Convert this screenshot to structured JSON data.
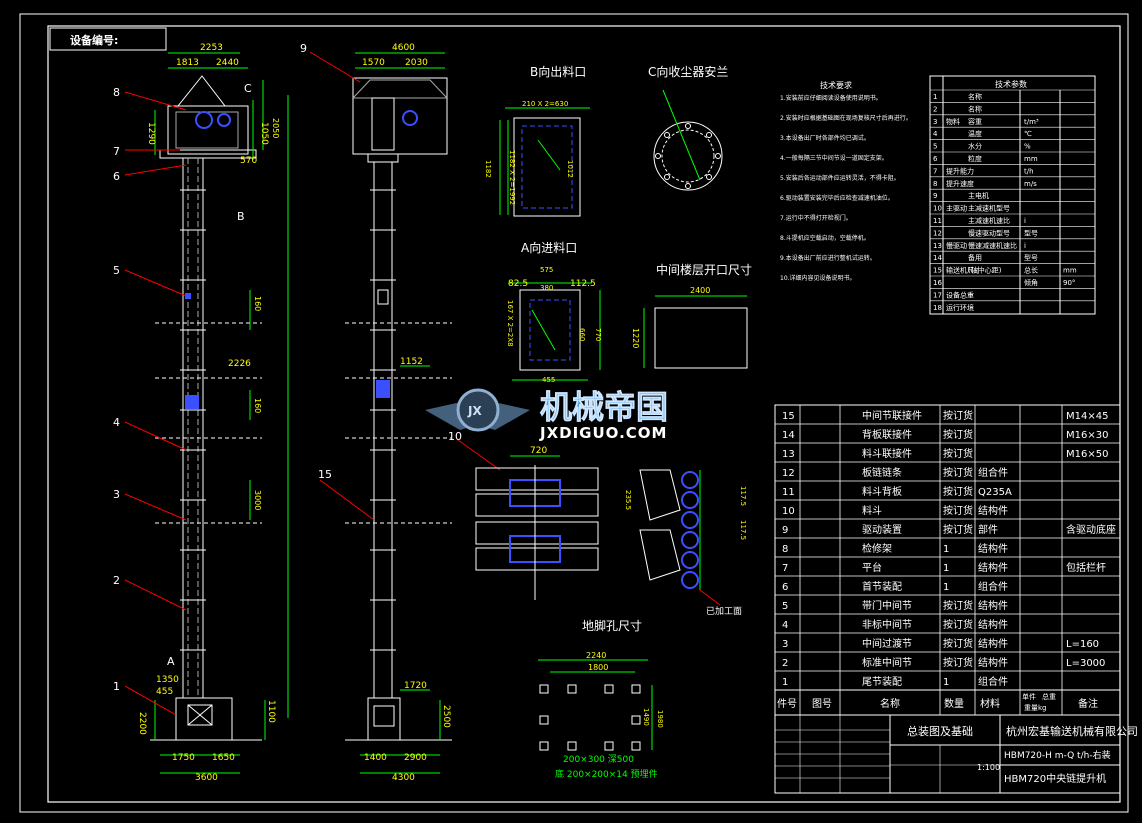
{
  "header_label": "设备编号:",
  "views": {
    "b_outlet": "B向出料口",
    "c_flange": "C向收尘器安兰",
    "a_inlet": "A向进料口",
    "floor_opening": "中间楼层开口尺寸",
    "anchor_holes": "地脚孔尺寸"
  },
  "dimensions": {
    "front_total": "2253",
    "front_left": "1813",
    "front_right": "2440",
    "front_r1": "2050",
    "front_r2": "1050",
    "front_l1": "1290",
    "front_570": "570",
    "front_160a": "160",
    "front_2226": "2226",
    "front_160b": "160",
    "front_3000": "3000",
    "front_1350": "1350",
    "front_455": "455",
    "front_1100": "1100",
    "front_2200": "2200",
    "front_1750": "1750",
    "front_1650": "1650",
    "front_3600": "3600",
    "side_4600": "4600",
    "side_1570": "1570",
    "side_2030": "2030",
    "side_1152": "1152",
    "side_1720": "1720",
    "side_2500": "2500",
    "side_1400": "1400",
    "side_2900": "2900",
    "side_4300": "4300",
    "b_w": "210 X 2=630",
    "b_h": "1182 X 2=1992",
    "b_1182": "1182",
    "b_1012": "1012",
    "a_82": "82.5",
    "a_380": "380",
    "a_112": "112.5",
    "a_575": "575",
    "a_455": "455",
    "a_660": "660",
    "a_770": "770",
    "a_side": "167 X 2=2X8",
    "f_2400": "2400",
    "f_1220": "1220",
    "anc_2240": "2240",
    "anc_1800": "1800",
    "anc_1490": "1490",
    "anc_1980": "1980",
    "anc_note1": "200×300 深500",
    "anc_note2": "底 200×200×14 预埋件",
    "bucket_720": "720",
    "bucket_117a": "117.5",
    "bucket_117b": "117.5",
    "bucket_235": "235.5",
    "bucket_label": "已加工面"
  },
  "callouts": [
    "8",
    "7",
    "6",
    "5",
    "4",
    "3",
    "2",
    "1",
    "9",
    "10",
    "15"
  ],
  "view_letters": {
    "c": "C",
    "b": "B",
    "a": "A"
  },
  "tech_notes": {
    "title": "技术要求",
    "lines": [
      "1.安装前应仔细阅读设备使用说明书。",
      "2.安装时应根据基础图在现场复核尺寸后再进行。",
      "3.本设备出厂时各部件均已调试。",
      "4.一般每隔三节中间节设一道固定支架。",
      "5.安装后各运动部件应运转灵活，不得卡阻。",
      "6.驱动装置安装完毕后应检查减速机油位。",
      "7.运行中不得打开检视门。",
      "8.斗提机应空载启动，空载停机。",
      "9.本设备出厂前应进行整机试运转。",
      "10.详细内容见设备说明书。"
    ]
  },
  "params": {
    "title": "技术参数",
    "rows": [
      [
        "1",
        "",
        "名称",
        "",
        ""
      ],
      [
        "2",
        "",
        "名称",
        "",
        ""
      ],
      [
        "3",
        "物料",
        "容重",
        "t/m³",
        ""
      ],
      [
        "4",
        "",
        "温度",
        "℃",
        ""
      ],
      [
        "5",
        "",
        "水分",
        "%",
        ""
      ],
      [
        "6",
        "",
        "粒度",
        "mm",
        ""
      ],
      [
        "7",
        "提升能力",
        "",
        "t/h",
        ""
      ],
      [
        "8",
        "提升速度",
        "",
        "m/s",
        ""
      ],
      [
        "9",
        "",
        "主电机",
        "",
        ""
      ],
      [
        "10",
        "主驱动",
        "主减速机型号",
        "",
        ""
      ],
      [
        "11",
        "",
        "主减速机速比",
        "i",
        ""
      ],
      [
        "12",
        "",
        "慢速驱动型号",
        "型号",
        ""
      ],
      [
        "13",
        "慢驱动",
        "慢速减速机速比",
        "i",
        ""
      ],
      [
        "14",
        "",
        "备用",
        "型号",
        ""
      ],
      [
        "15",
        "输送机尺寸",
        "(轴中心距)",
        "总长",
        "mm"
      ],
      [
        "16",
        "",
        "",
        "倾角",
        "90°"
      ],
      [
        "17",
        "设备总重",
        "",
        "",
        ""
      ],
      [
        "18",
        "运行环境",
        "",
        "",
        ""
      ]
    ]
  },
  "parts": [
    {
      "no": "15",
      "name": "中间节联接件",
      "qty": "按订货",
      "mat": "",
      "note": "M14×45"
    },
    {
      "no": "14",
      "name": "背板联接件",
      "qty": "按订货",
      "mat": "",
      "note": "M16×30"
    },
    {
      "no": "13",
      "name": "料斗联接件",
      "qty": "按订货",
      "mat": "",
      "note": "M16×50"
    },
    {
      "no": "12",
      "name": "板链链条",
      "qty": "按订货",
      "mat": "组合件",
      "note": ""
    },
    {
      "no": "11",
      "name": "料斗背板",
      "qty": "按订货",
      "mat": "Q235A",
      "note": ""
    },
    {
      "no": "10",
      "name": "料斗",
      "qty": "按订货",
      "mat": "结构件",
      "note": ""
    },
    {
      "no": "9",
      "name": "驱动装置",
      "qty": "按订货",
      "mat": "部件",
      "note": "含驱动底座"
    },
    {
      "no": "8",
      "name": "检修架",
      "qty": "1",
      "mat": "结构件",
      "note": ""
    },
    {
      "no": "7",
      "name": "平台",
      "qty": "1",
      "mat": "结构件",
      "note": "包括栏杆"
    },
    {
      "no": "6",
      "name": "首节装配",
      "qty": "1",
      "mat": "组合件",
      "note": ""
    },
    {
      "no": "5",
      "name": "带门中间节",
      "qty": "按订货",
      "mat": "结构件",
      "note": ""
    },
    {
      "no": "4",
      "name": "非标中间节",
      "qty": "按订货",
      "mat": "结构件",
      "note": ""
    },
    {
      "no": "3",
      "name": "中间过渡节",
      "qty": "按订货",
      "mat": "结构件",
      "note": "L=160"
    },
    {
      "no": "2",
      "name": "标准中间节",
      "qty": "按订货",
      "mat": "结构件",
      "note": "L=3000"
    },
    {
      "no": "1",
      "name": "尾节装配",
      "qty": "1",
      "mat": "组合件",
      "note": ""
    }
  ],
  "parts_header": {
    "no": "件号",
    "code": "图号",
    "name": "名称",
    "qty": "数量",
    "mat": "材料",
    "weight1": "单件",
    "weight2": "总重",
    "weight3": "重量kg",
    "note": "备注"
  },
  "title_block": {
    "drawing_name": "总装图及基础",
    "company": "杭州宏基输送机械有限公司",
    "model": "HBM720-H m-Q t/h-右装",
    "scale": "1:100",
    "product": "HBM720中央链提升机"
  },
  "watermark": {
    "cn": "机械帝国",
    "en": "JXDIGUO.COM",
    "badge": "JX"
  },
  "colors": {
    "bg": "#000000",
    "line": "#ffffff",
    "dim": "#ffff00",
    "accent": "#00ff00",
    "mark": "#ff0000",
    "blue": "#3b4fff",
    "cyan": "#00ffff"
  }
}
